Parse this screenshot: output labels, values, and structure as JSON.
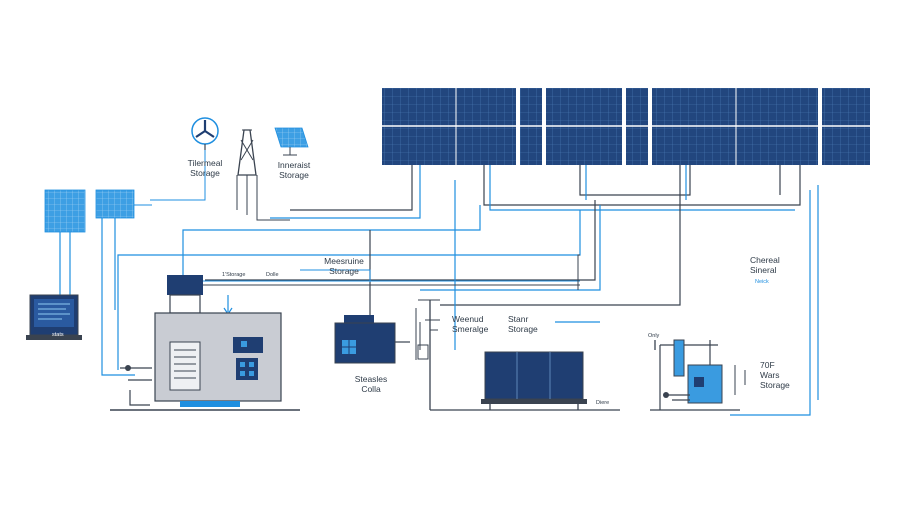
{
  "labels": {
    "thermal_storage": "Tilermeal\nStorage",
    "inneraist_storage": "Inneraist\nStorage",
    "storage_small_1": "1'Storage",
    "storage_small_2": "Dolle",
    "measurine_storage": "Meesruine\nStorage",
    "sheraage": "Weenud\nSmeralge",
    "stanr_storage": "Stanr\nStorage",
    "steasles_colla": "Steasles\nColla",
    "chereal_sineral": "Chereal\nSineral",
    "neick": "Neick",
    "only": "Only",
    "diere": "Diere",
    "wars_storage": "70F\nWars\nStorage",
    "panel_tag": "stats"
  },
  "colors": {
    "accent": "#1f8fe0",
    "dark_line": "#3a4350",
    "panel_dark": "#1f3e72",
    "panel_light": "#3a9be0",
    "machine_gray": "#c9ccd3"
  },
  "icons": [
    "solar-panel-icon",
    "wind-turbine-icon",
    "transmission-tower-icon",
    "battery-cabinet-icon",
    "generator-icon",
    "inverter-icon",
    "boiler-icon",
    "monitor-icon"
  ]
}
